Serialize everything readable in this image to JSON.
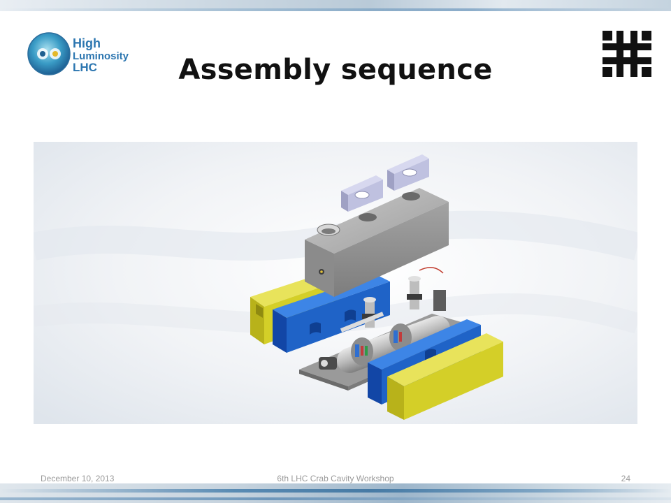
{
  "slide": {
    "title": "Assembly sequence",
    "logo_left": {
      "line1": "High",
      "line2": "Luminosity",
      "line3": "LHC"
    },
    "logo_right": {
      "name": "fermilab-logo"
    },
    "image": {
      "name": "cryomodule-exploded-assembly-render"
    }
  },
  "footer": {
    "date": "December 10, 2013",
    "event": "6th LHC Crab Cavity Workshop",
    "page": "24"
  },
  "colors": {
    "hl_blue": "#2e7ab8",
    "hl_teal": "#36a6c8",
    "vessel_gray": "#a9a9a9",
    "magnet_blue": "#1f63c7",
    "magnet_yellow": "#d6d12b"
  }
}
